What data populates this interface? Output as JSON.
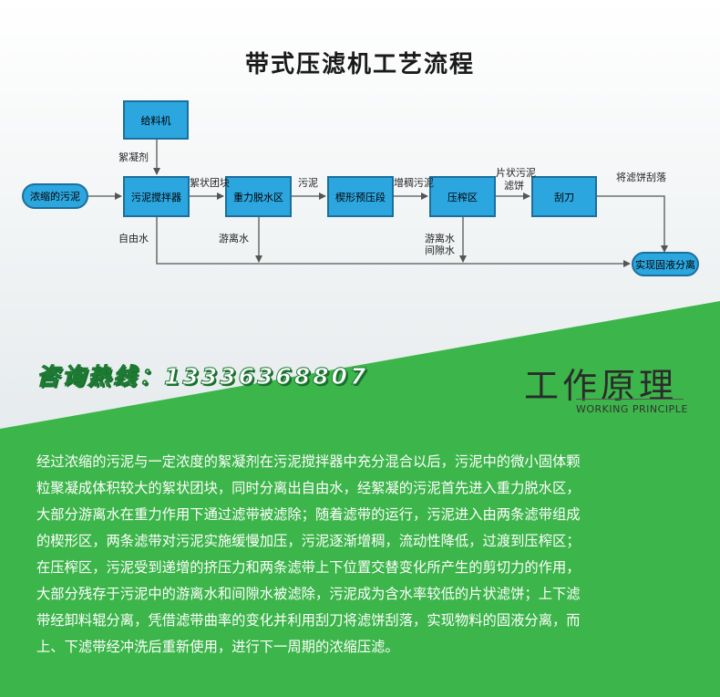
{
  "title": "带式压滤机工艺流程",
  "flow": {
    "nodes": {
      "feeder": "给料机",
      "input": "浓缩的污泥",
      "mixer": "污泥搅拌器",
      "gravity": "重力脱水区",
      "wedge": "楔形预压段",
      "press": "压榨区",
      "scraper": "刮刀",
      "output": "实现固液分离"
    },
    "labels": {
      "flocculant": "絮凝剂",
      "floc": "絮状团块",
      "sludge": "污泥",
      "thick": "增稠污泥",
      "cake_line1": "片状污泥",
      "cake_line2": "滤饼",
      "scrape": "将滤饼刮落",
      "free_water": "自由水",
      "free_water2": "游离水",
      "free_water3_line1": "游离水",
      "free_water3_line2": "间隙水"
    }
  },
  "hotline": "咨询热线：13336368807",
  "working_principle": {
    "cn": "工作原理",
    "en": "WORKING PRINCIPLE"
  },
  "description_lines": [
    "经过浓缩的污泥与一定浓度的絮凝剂在污泥搅拌器中充分混合以后，污泥中的微小固体颗",
    "粒聚凝成体积较大的絮状团块，同时分离出自由水，经絮凝的污泥首先进入重力脱水区，",
    "大部分游离水在重力作用下通过滤带被滤除；随着滤带的运行，污泥进入由两条滤带组成",
    "的楔形区，两条滤带对污泥实施缓慢加压，污泥逐渐增稠，流动性降低，过渡到压榨区；",
    "在压榨区，污泥受到递增的挤压力和两条滤带上下位置交替变化所产生的剪切力的作用，",
    "大部分残存于污泥中的游离水和间隙水被滤除，污泥成为含水率较低的片状滤饼；上下滤",
    "带经卸料辊分离，凭借滤带曲率的变化并利用刮刀将滤饼刮落，实现物料的固液分离，而",
    "上、下滤带经冲洗后重新使用，进行下一周期的浓缩压滤。"
  ],
  "colors": {
    "box_fill": "#2ca6df",
    "box_border": "#1b6f9c",
    "green": "#3cb54a",
    "arrow": "#555555"
  }
}
